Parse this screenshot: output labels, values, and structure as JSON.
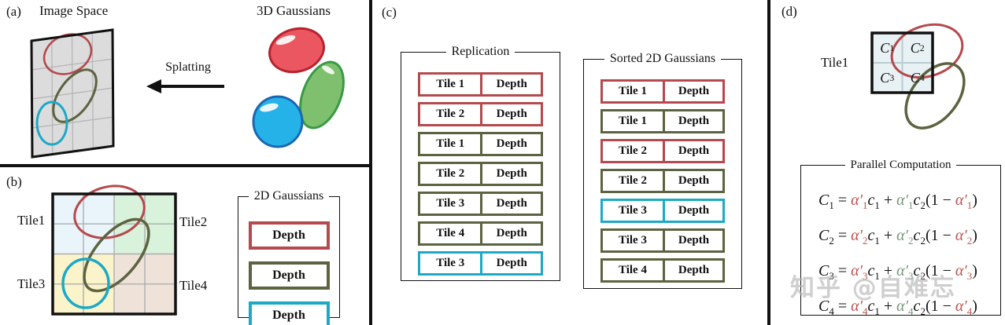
{
  "colors": {
    "red": "#b5494d",
    "olive": "#5c6340",
    "cyan": "#1ca9c6",
    "alpha_red": "#bb5550",
    "alpha_green": "#769678",
    "blob_red_fill": "#ea5761",
    "blob_red_stroke": "#b7222d",
    "blob_green_fill": "#7fc06f",
    "blob_green_stroke": "#389a44",
    "blob_blue_fill": "#25b2e8",
    "blob_blue_stroke": "#1c66b0",
    "plane_fill": "#dcdcdc",
    "plane_grid": "#b3b3b3",
    "quad_tl": "#eaf5fb",
    "quad_tr": "#d9f2db",
    "quad_bl": "#fbf4ca",
    "quad_br": "#efe2d9",
    "tile_fill": "#e8f1f4",
    "tile_grid": "#b9cdd2",
    "ink": "#111111"
  },
  "panels": {
    "a": {
      "label": "(a)",
      "image_space_title": "Image Space",
      "gaussians_title": "3D Gaussians",
      "arrow_label": "Splatting"
    },
    "b": {
      "label": "(b)",
      "tile_labels": [
        "Tile1",
        "Tile2",
        "Tile3",
        "Tile4"
      ],
      "legend_title": "2D Gaussians",
      "legend_items": [
        {
          "label": "Depth",
          "color": "red"
        },
        {
          "label": "Depth",
          "color": "olive"
        },
        {
          "label": "Depth",
          "color": "cyan"
        }
      ]
    },
    "c": {
      "label": "(c)",
      "replication": {
        "title": "Replication",
        "rows": [
          {
            "tile": "Tile 1",
            "depth": "Depth",
            "color": "red"
          },
          {
            "tile": "Tile 2",
            "depth": "Depth",
            "color": "red"
          },
          {
            "tile": "Tile 1",
            "depth": "Depth",
            "color": "olive"
          },
          {
            "tile": "Tile 2",
            "depth": "Depth",
            "color": "olive"
          },
          {
            "tile": "Tile 3",
            "depth": "Depth",
            "color": "olive"
          },
          {
            "tile": "Tile 4",
            "depth": "Depth",
            "color": "olive"
          },
          {
            "tile": "Tile 3",
            "depth": "Depth",
            "color": "cyan"
          }
        ]
      },
      "sorted": {
        "title": "Sorted 2D Gaussians",
        "rows": [
          {
            "tile": "Tile 1",
            "depth": "Depth",
            "color": "red"
          },
          {
            "tile": "Tile 1",
            "depth": "Depth",
            "color": "olive"
          },
          {
            "tile": "Tile 2",
            "depth": "Depth",
            "color": "red"
          },
          {
            "tile": "Tile 2",
            "depth": "Depth",
            "color": "olive"
          },
          {
            "tile": "Tile 3",
            "depth": "Depth",
            "color": "cyan"
          },
          {
            "tile": "Tile 3",
            "depth": "Depth",
            "color": "olive"
          },
          {
            "tile": "Tile 4",
            "depth": "Depth",
            "color": "olive"
          }
        ]
      }
    },
    "d": {
      "label": "(d)",
      "tile_label": "Tile1",
      "cells": [
        {
          "base": "C",
          "sub": "1"
        },
        {
          "base": "C",
          "sub": "2"
        },
        {
          "base": "C",
          "sub": "3"
        },
        {
          "base": "C",
          "sub": "4"
        }
      ],
      "computation_title": "Parallel Computation",
      "equations": [
        [
          {
            "t": "C",
            "v": true
          },
          {
            "t": "1",
            "s": true
          },
          {
            "t": " = "
          },
          {
            "t": "α′",
            "v": true,
            "c": "alpha_red"
          },
          {
            "t": "1",
            "s": true,
            "c": "alpha_red"
          },
          {
            "t": "c",
            "v": true
          },
          {
            "t": "1",
            "s": true
          },
          {
            "t": " + "
          },
          {
            "t": "α′",
            "v": true,
            "c": "alpha_green"
          },
          {
            "t": "1",
            "s": true,
            "c": "alpha_green"
          },
          {
            "t": "c",
            "v": true
          },
          {
            "t": "2",
            "s": true
          },
          {
            "t": "(1 − "
          },
          {
            "t": "α′",
            "v": true,
            "c": "alpha_red"
          },
          {
            "t": "1",
            "s": true,
            "c": "alpha_red"
          },
          {
            "t": ")"
          }
        ],
        [
          {
            "t": "C",
            "v": true
          },
          {
            "t": "2",
            "s": true
          },
          {
            "t": " = "
          },
          {
            "t": "α′",
            "v": true,
            "c": "alpha_red"
          },
          {
            "t": "2",
            "s": true,
            "c": "alpha_red"
          },
          {
            "t": "c",
            "v": true
          },
          {
            "t": "1",
            "s": true
          },
          {
            "t": " + "
          },
          {
            "t": "α′",
            "v": true,
            "c": "alpha_green"
          },
          {
            "t": "2",
            "s": true,
            "c": "alpha_green"
          },
          {
            "t": "c",
            "v": true
          },
          {
            "t": "2",
            "s": true
          },
          {
            "t": "(1 − "
          },
          {
            "t": "α′",
            "v": true,
            "c": "alpha_red"
          },
          {
            "t": "2",
            "s": true,
            "c": "alpha_red"
          },
          {
            "t": ")"
          }
        ],
        [
          {
            "t": "C",
            "v": true
          },
          {
            "t": "3",
            "s": true
          },
          {
            "t": " = "
          },
          {
            "t": "α′",
            "v": true,
            "c": "alpha_red"
          },
          {
            "t": "3",
            "s": true,
            "c": "alpha_red"
          },
          {
            "t": "c",
            "v": true
          },
          {
            "t": "1",
            "s": true
          },
          {
            "t": " + "
          },
          {
            "t": "α′",
            "v": true,
            "c": "alpha_green"
          },
          {
            "t": "3",
            "s": true,
            "c": "alpha_green"
          },
          {
            "t": "c",
            "v": true
          },
          {
            "t": "2",
            "s": true
          },
          {
            "t": "(1 − "
          },
          {
            "t": "α′",
            "v": true,
            "c": "alpha_red"
          },
          {
            "t": "3",
            "s": true,
            "c": "alpha_red"
          },
          {
            "t": ")"
          }
        ],
        [
          {
            "t": "C",
            "v": true
          },
          {
            "t": "4",
            "s": true
          },
          {
            "t": " = "
          },
          {
            "t": "α′",
            "v": true,
            "c": "alpha_red"
          },
          {
            "t": "4",
            "s": true,
            "c": "alpha_red"
          },
          {
            "t": "c",
            "v": true
          },
          {
            "t": "1",
            "s": true
          },
          {
            "t": " + "
          },
          {
            "t": "α′",
            "v": true,
            "c": "alpha_green"
          },
          {
            "t": "4",
            "s": true,
            "c": "alpha_green"
          },
          {
            "t": "c",
            "v": true
          },
          {
            "t": "2",
            "s": true
          },
          {
            "t": "(1 − "
          },
          {
            "t": "α′",
            "v": true,
            "c": "alpha_red"
          },
          {
            "t": "4",
            "s": true,
            "c": "alpha_red"
          },
          {
            "t": ")"
          }
        ]
      ]
    }
  },
  "watermark": "知乎 @自难忘"
}
